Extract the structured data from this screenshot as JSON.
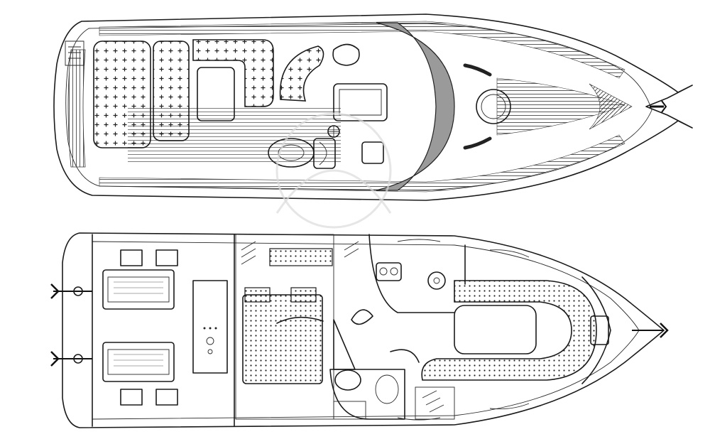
{
  "image": {
    "views": [
      {
        "id": "deck-plan",
        "kind": "top view, upper deck"
      },
      {
        "id": "interior-plan",
        "kind": "top view, interior layout"
      }
    ],
    "colors": {
      "line": "#1a1a1a",
      "fill_gray": "#9a9a9a",
      "background": "#ffffff"
    }
  }
}
